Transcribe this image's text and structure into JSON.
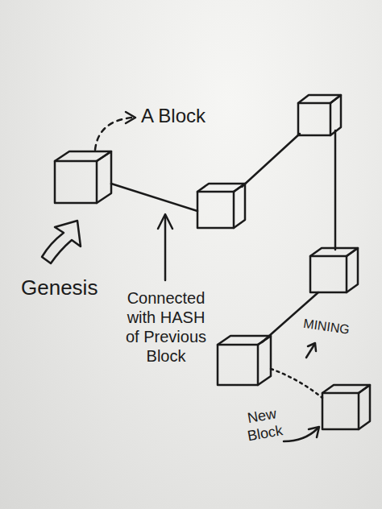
{
  "diagram": {
    "labels": [
      "A Block",
      "Genesis",
      "Connected with HASH of Previous Block",
      "MINING",
      "New Block"
    ]
  }
}
